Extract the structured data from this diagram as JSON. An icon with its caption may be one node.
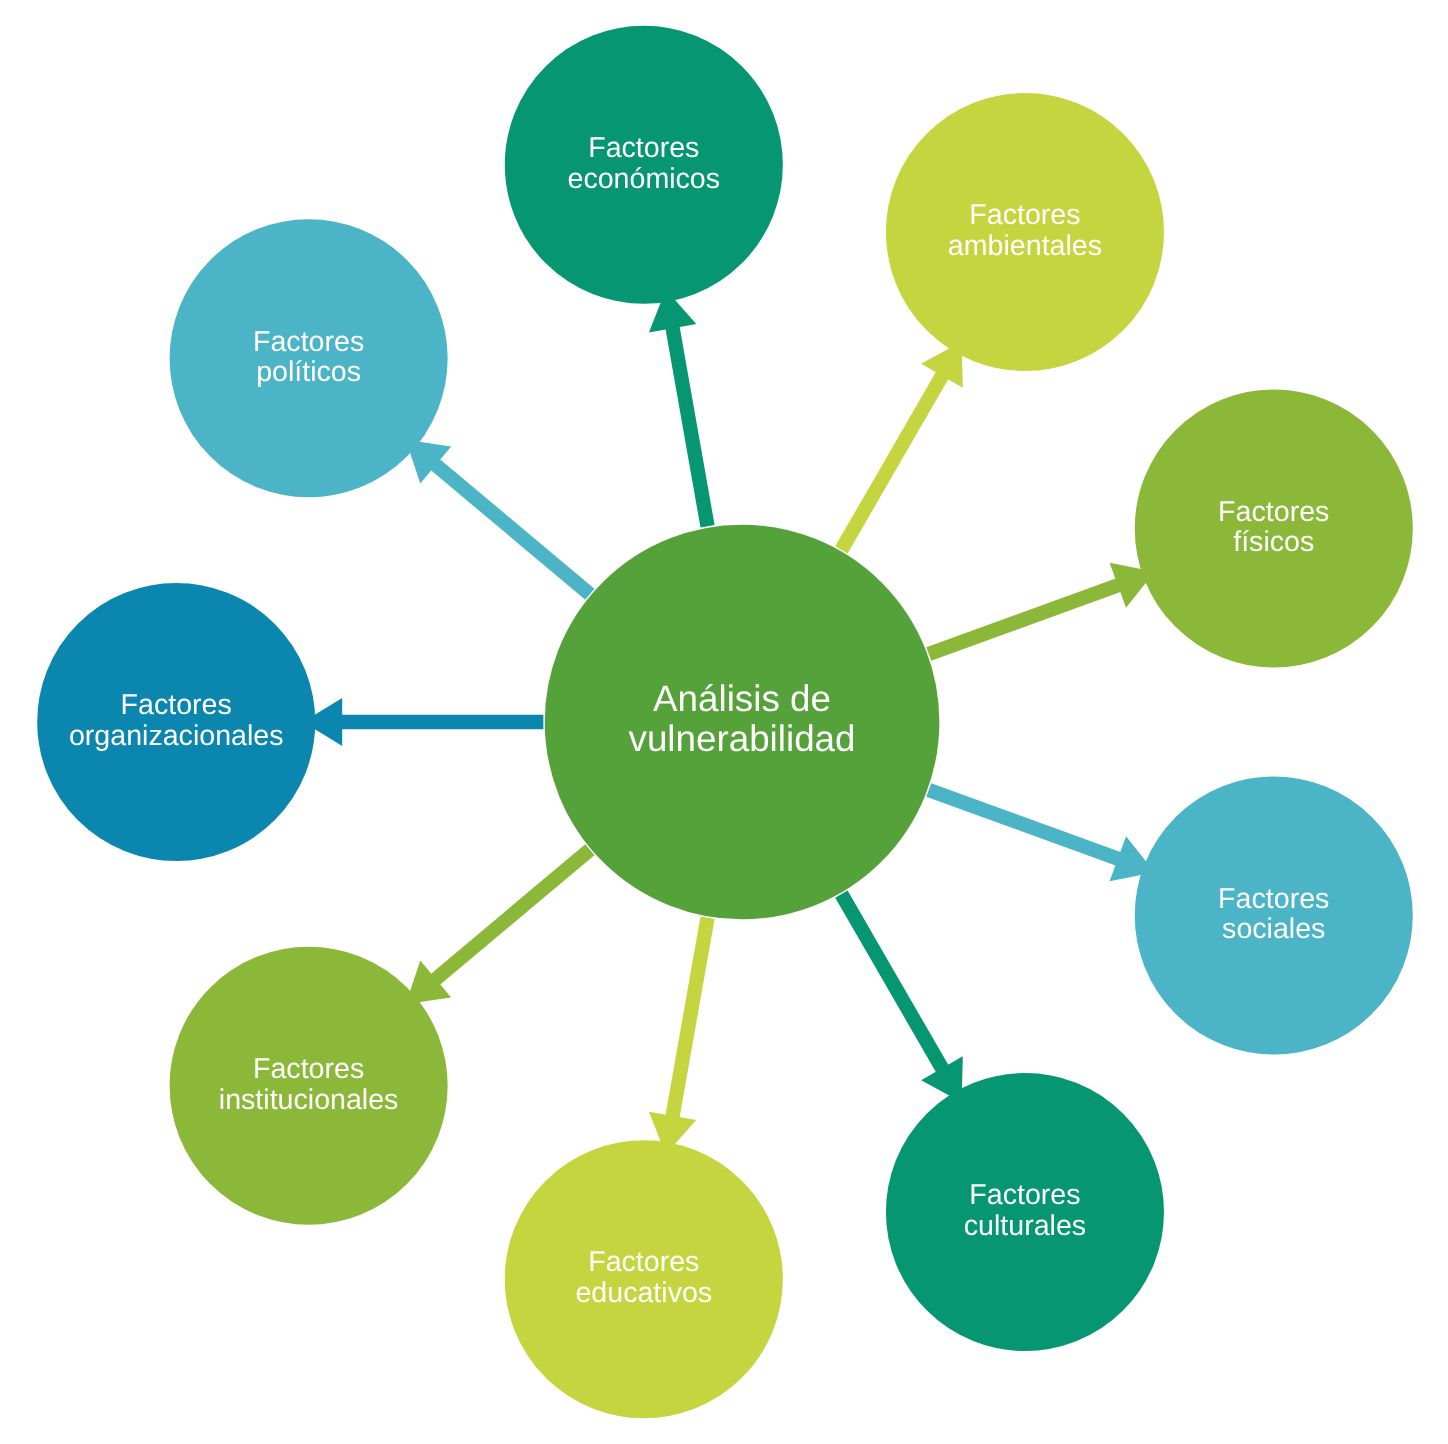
{
  "diagram": {
    "nodes": [
      {
        "text": [
          "Análisis de vulnerabilidad"
        ]
      },
      {
        "text": [
          "Factores físicos"
        ]
      },
      {
        "text": [
          "Factores ambientales"
        ]
      },
      {
        "text": [
          "Factores económicos"
        ]
      },
      {
        "text": [
          "Factores políticos"
        ]
      },
      {
        "text": [
          "Factores organizacionales"
        ]
      },
      {
        "text": [
          "Factores institucionales"
        ]
      },
      {
        "text": [
          "Factores educativos"
        ]
      },
      {
        "text": [
          "Factores culturales"
        ]
      },
      {
        "text": [
          "Factores sociales"
        ]
      }
    ],
    "edges": [
      {
        "from": 0,
        "to": 1,
        "arrow": "to",
        "color": "#8cb83a"
      },
      {
        "from": 0,
        "to": 2,
        "arrow": "to",
        "color": "#c5d53f"
      },
      {
        "from": 0,
        "to": 3,
        "arrow": "to",
        "color": "#069672"
      },
      {
        "from": 0,
        "to": 4,
        "arrow": "to",
        "color": "#4bb5c7"
      },
      {
        "from": 0,
        "to": 5,
        "arrow": "to",
        "color": "#0b86ae"
      },
      {
        "from": 0,
        "to": 6,
        "arrow": "to",
        "color": "#8cb83a"
      },
      {
        "from": 0,
        "to": 7,
        "arrow": "to",
        "color": "#c5d53f"
      },
      {
        "from": 0,
        "to": 8,
        "arrow": "to",
        "color": "#069672"
      },
      {
        "from": 0,
        "to": 9,
        "arrow": "to",
        "color": "#4bb5c7"
      }
    ]
  }
}
